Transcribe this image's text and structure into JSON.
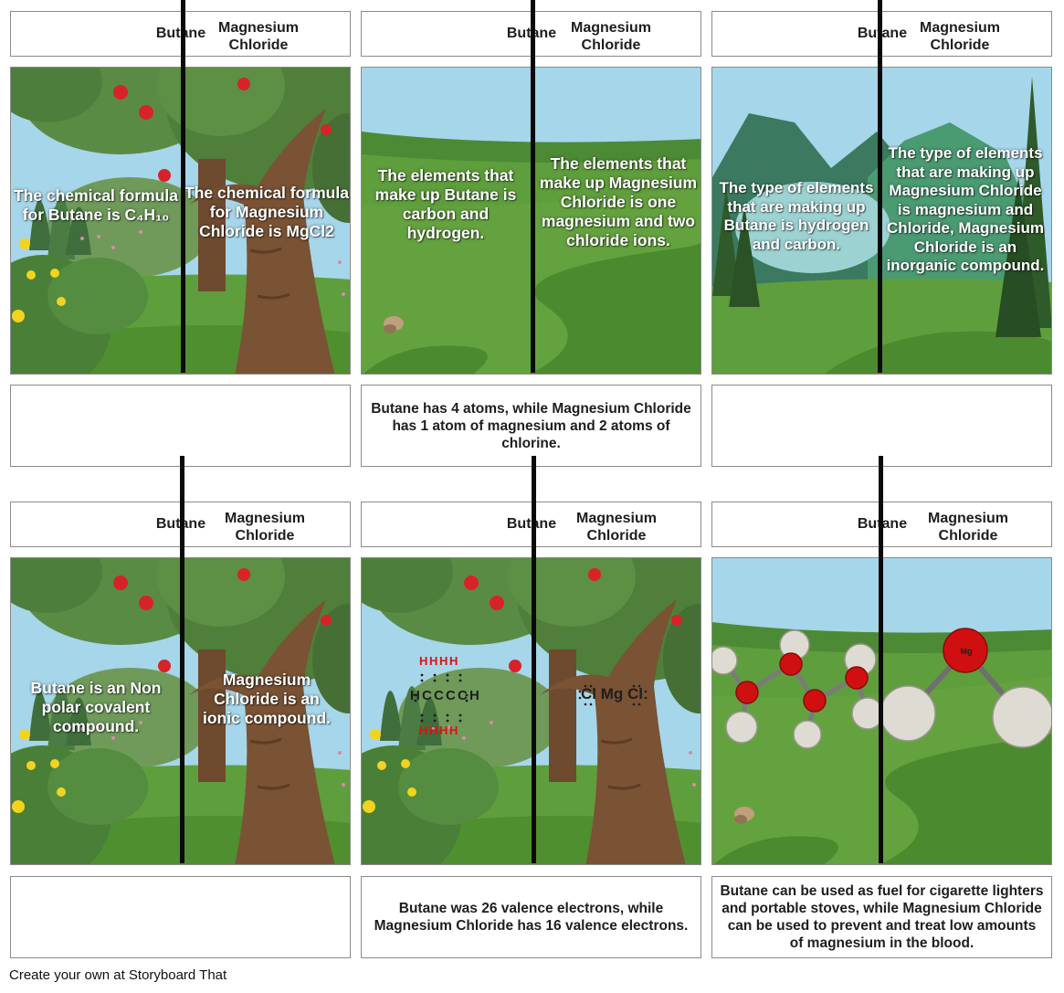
{
  "column_labels": {
    "left": "Butane",
    "right": "Magnesium Chloride"
  },
  "panels": [
    {
      "left_text": "The chemical formula for Butane is C₄H₁₀",
      "right_text": "The chemical formula for Magnesium Chloride is MgCl2",
      "caption": ""
    },
    {
      "left_text": "The elements that make up Butane is carbon and hydrogen.",
      "right_text": "The elements that make up Magnesium Chloride is one magnesium and two chloride ions.",
      "caption": "Butane has 4 atoms, while Magnesium Chloride has 1 atom of magnesium and 2 atoms of chlorine."
    },
    {
      "left_text": "The type of elements that are making up Butane is hydrogen and carbon.",
      "right_text": "The type of elements that are making up Magnesium Chloride is magnesium and Chloride, Magnesium Chloride is an inorganic compound.",
      "caption": ""
    },
    {
      "left_text": "Butane is an Non polar covalent compound.",
      "right_text": "Magnesium Chloride is an ionic compound.",
      "caption": ""
    },
    {
      "left_lewis": {
        "top_h": "H H H H",
        "carbons": "H C C C C H",
        "bottom_h": "H H H H"
      },
      "right_lewis": "Cl Mg Cl",
      "caption": "Butane was 26 valence electrons, while Magnesium Chloride has 16 valence electrons."
    },
    {
      "mg_label": "Mg",
      "caption": "Butane can be used as fuel for cigarette lighters and portable stoves, while Magnesium Chloride can be used to prevent and treat low amounts of magnesium in the blood."
    }
  ],
  "footer": "Create your own at Storyboard That",
  "colors": {
    "sky": "#a6d6ea",
    "grass": "#5f9e3c",
    "dark_grass": "#3f7a2c",
    "trunk": "#7a5234",
    "foliage": "#4f7f3a",
    "apple": "#d8222a",
    "divider": "#0a0a0a",
    "red_atom": "#d01010",
    "white_atom": "#dedbd2"
  }
}
